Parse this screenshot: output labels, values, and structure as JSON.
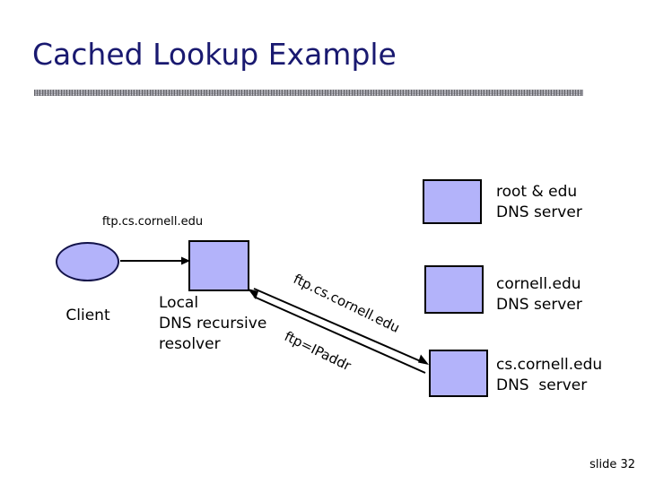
{
  "slide": {
    "title": "Cached Lookup Example",
    "footer": "slide 32"
  },
  "diagram": {
    "client": {
      "node_label": "Client",
      "query_label": "ftp.cs.cornell.edu"
    },
    "resolver": {
      "label": "Local\nDNS recursive\nresolver"
    },
    "servers": [
      {
        "label": "root & edu\nDNS server"
      },
      {
        "label": "cornell.edu\nDNS server"
      },
      {
        "label": "cs.cornell.edu\nDNS  server"
      }
    ],
    "wire_labels": [
      {
        "text": "ftp.cs.cornell.edu"
      },
      {
        "text": "ftp=IPaddr"
      }
    ]
  },
  "colors": {
    "title": "#191970",
    "node_fill": "#b3b3fa",
    "node_stroke": "#000000",
    "ellipse_stroke": "#13134a",
    "text": "#000000"
  }
}
